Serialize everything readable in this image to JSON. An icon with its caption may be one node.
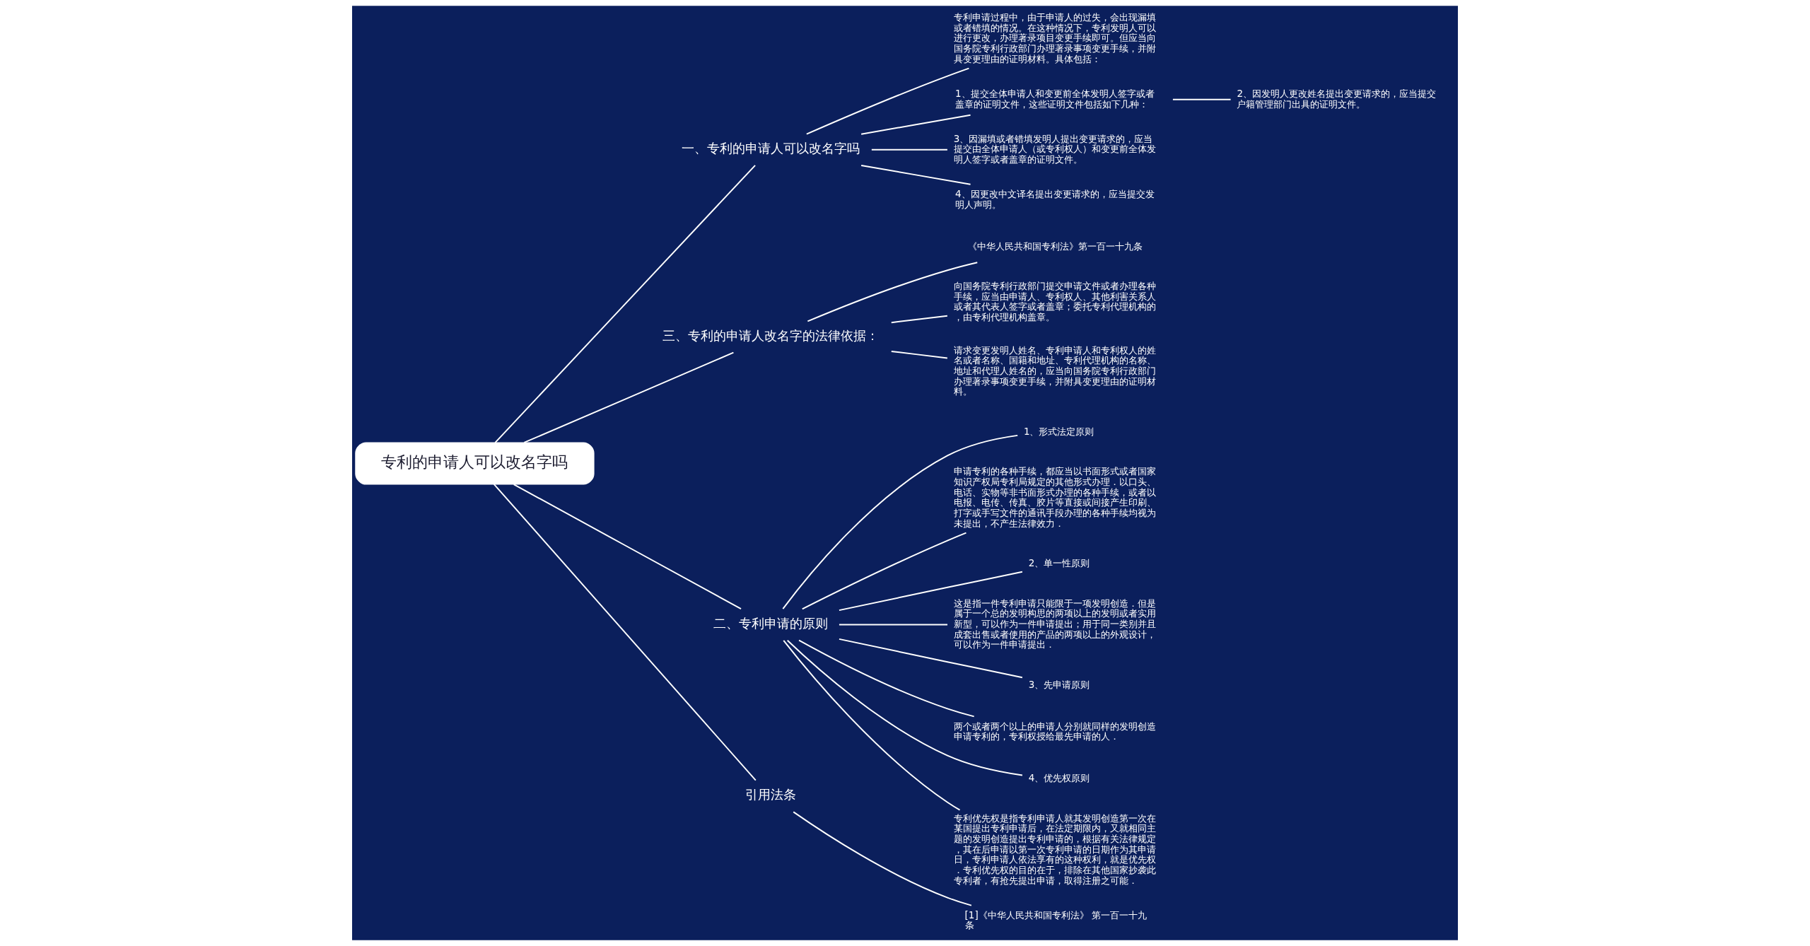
{
  "diagram": {
    "nodes": [
      {
        "text": [
          "专利的申请人可以改名字吗"
        ]
      },
      {
        "text": [
          "一、专利的申请人可以改名字吗"
        ]
      },
      {
        "text": [
          "专利申请过程中，由于申请人的过失，会出现漏填或者错填的情况。在这种情况下，专利发明人可以进行更改，办理著录项目变更手续即可。但应当向国务院专利行政部门办理著录事项变更手续，并附具变更理由的证明材料。具体包括："
        ]
      },
      {
        "text": [
          "1、提交全体申请人和变更前全体发明人签字或者盖章的证明文件，这些证明文件包括如下几种："
        ]
      },
      {
        "text": [
          "2、因发明人更改姓名提出变更请求的，应当提交户籍管理部门出具的证明文件。"
        ]
      },
      {
        "text": [
          "3、因漏填或者错填发明人提出变更请求的，应当提交由全体申请人（或专利权人）和变更前全体发明人签字或者盖章的证明文件。"
        ]
      },
      {
        "text": [
          "4、因更改中文译名提出变更请求的，应当提交发明人声明。"
        ]
      },
      {
        "text": [
          "三、专利的申请人改名字的法律依据："
        ]
      },
      {
        "text": [
          "《中华人民共和国专利法》第一百一十九条"
        ]
      },
      {
        "text": [
          "向国务院专利行政部门提交申请文件或者办理各种手续，应当由申请人、专利权人、其他利害关系人或者其代表人签字或者盖章；委托专利代理机构的，由专利代理机构盖章。"
        ]
      },
      {
        "text": [
          "请求变更发明人姓名、专利申请人和专利权人的姓名或者名称、国籍和地址、专利代理机构的名称、地址和代理人姓名的，应当向国务院专利行政部门办理著录事项变更手续，并附具变更理由的证明材料。"
        ]
      },
      {
        "text": [
          "二、专利申请的原则"
        ]
      },
      {
        "text": [
          "1、形式法定原则"
        ]
      },
      {
        "text": [
          "申请专利的各种手续，都应当以书面形式或者国家知识产权局专利局规定的其他形式办理．以口头、电话、实物等非书面形式办理的各种手续，或者以电报、电传、传真、胶片等直接或间接产生印刷、打字或手写文件的通讯手段办理的各种手续均视为未提出，不产生法律效力．"
        ]
      },
      {
        "text": [
          "2、单一性原则"
        ]
      },
      {
        "text": [
          "这是指一件专利申请只能限于一项发明创造．但是属于一个总的发明构思的两项以上的发明或者实用新型，可以作为一件申请提出；用于同一类别并且成套出售或者使用的产品的两项以上的外观设计，可以作为一件申请提出．"
        ]
      },
      {
        "text": [
          "3、先申请原则"
        ]
      },
      {
        "text": [
          "两个或者两个以上的申请人分别就同样的发明创造申请专利的，专利权授给最先申请的人．"
        ]
      },
      {
        "text": [
          "4、优先权原则"
        ]
      },
      {
        "text": [
          "专利优先权是指专利申请人就其发明创造第一次在某国提出专利申请后，在法定期限内，又就相同主题的发明创造提出专利申请的，根据有关法律规定，其在后申请以第一次专利申请的日期作为其申请日，专利申请人依法享有的这种权利，就是优先权．专利优先权的目的在于，排除在其他国家抄袭此专利者，有抢先提出申请，取得注册之可能．"
        ]
      },
      {
        "text": [
          "引用法条"
        ]
      },
      {
        "text": [
          "[1]《中华人民共和国专利法》 第一百一十九条"
        ]
      }
    ],
    "edges": [
      {
        "from": 0,
        "to": 1,
        "arrow": "none"
      },
      {
        "from": 1,
        "to": 2,
        "arrow": "none"
      },
      {
        "from": 1,
        "to": 3,
        "arrow": "none"
      },
      {
        "from": 3,
        "to": 4,
        "arrow": "none"
      },
      {
        "from": 1,
        "to": 5,
        "arrow": "none"
      },
      {
        "from": 1,
        "to": 6,
        "arrow": "none"
      },
      {
        "from": 0,
        "to": 7,
        "arrow": "none"
      },
      {
        "from": 7,
        "to": 8,
        "arrow": "none"
      },
      {
        "from": 7,
        "to": 9,
        "arrow": "none"
      },
      {
        "from": 7,
        "to": 10,
        "arrow": "none"
      },
      {
        "from": 0,
        "to": 11,
        "arrow": "none"
      },
      {
        "from": 11,
        "to": 12,
        "arrow": "none"
      },
      {
        "from": 11,
        "to": 13,
        "arrow": "none"
      },
      {
        "from": 11,
        "to": 14,
        "arrow": "none"
      },
      {
        "from": 11,
        "to": 15,
        "arrow": "none"
      },
      {
        "from": 11,
        "to": 16,
        "arrow": "none"
      },
      {
        "from": 11,
        "to": 17,
        "arrow": "none"
      },
      {
        "from": 11,
        "to": 18,
        "arrow": "none"
      },
      {
        "from": 11,
        "to": 19,
        "arrow": "none"
      },
      {
        "from": 0,
        "to": 20,
        "arrow": "none"
      },
      {
        "from": 20,
        "to": 21,
        "arrow": "none"
      }
    ]
  }
}
